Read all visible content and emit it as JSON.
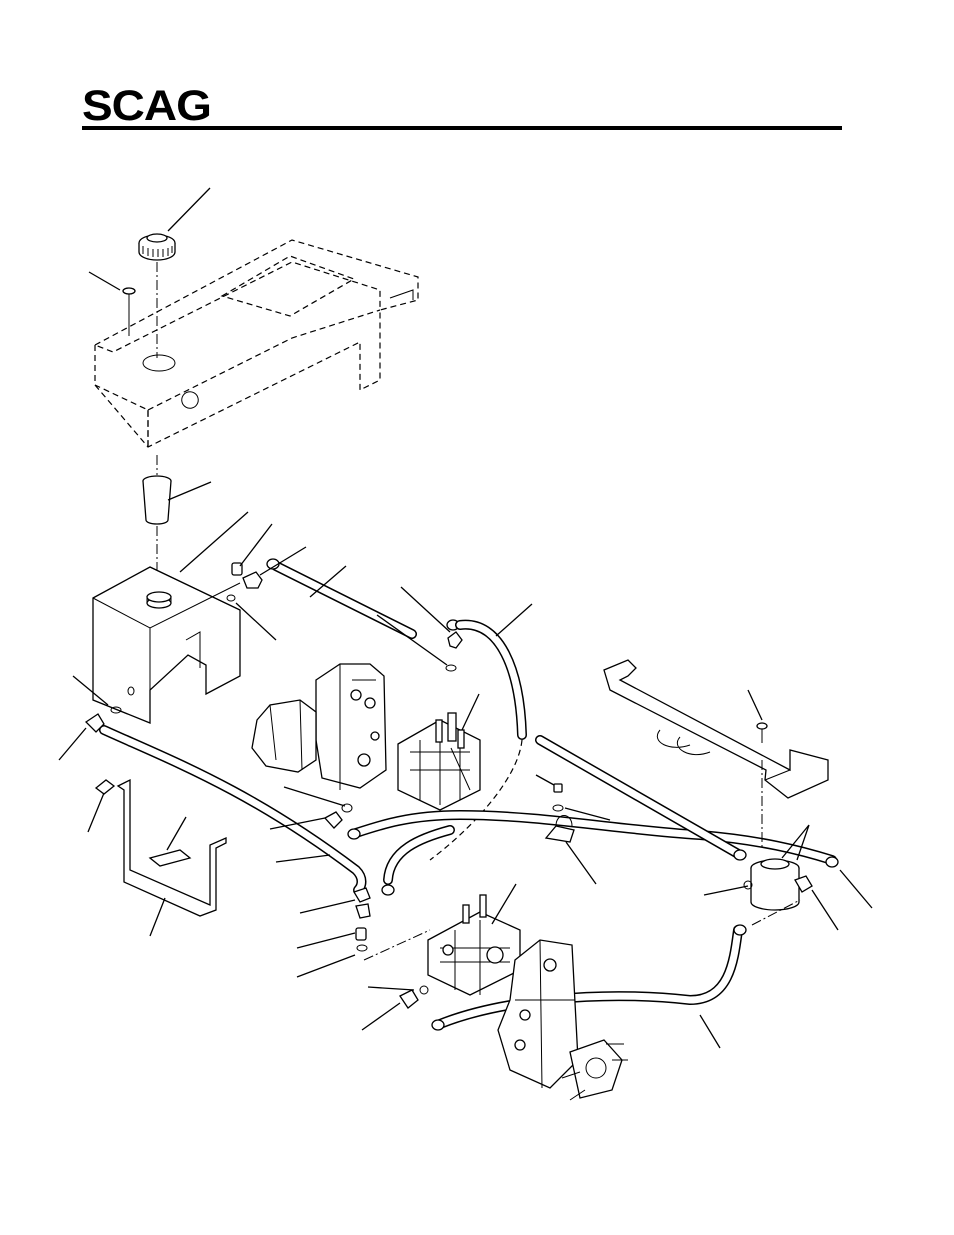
{
  "brand": {
    "logo_text": "SCAG"
  },
  "diagram": {
    "icon": "hydraulic-system-exploded-view",
    "leader_count": 30
  }
}
